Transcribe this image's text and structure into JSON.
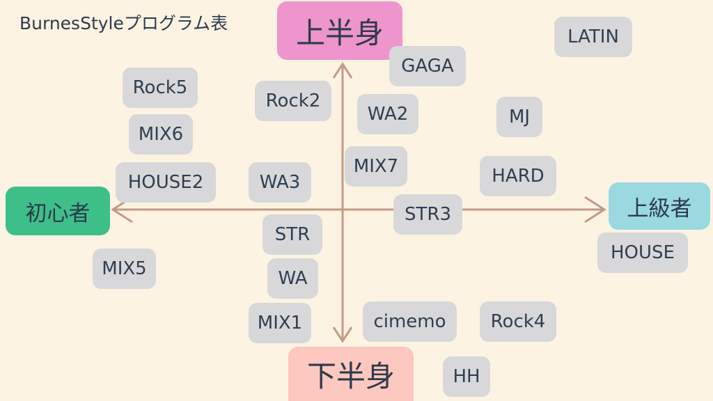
{
  "title": "BurnesStyleプログラム表",
  "axis": {
    "top": "上半身",
    "bottom": "下半身",
    "left": "初心者",
    "right": "上級者"
  },
  "programs": [
    "LATIN",
    "GAGA",
    "Rock5",
    "Rock2",
    "WA2",
    "MJ",
    "MIX6",
    "MIX7",
    "HARD",
    "HOUSE2",
    "WA3",
    "STR3",
    "STR",
    "HOUSE",
    "MIX5",
    "WA",
    "MIX1",
    "cimemo",
    "Rock4",
    "HH"
  ],
  "colors": {
    "background": "#fdf3e3",
    "axis_line": "#c29a86",
    "tag": "#d8d8da",
    "top_label": "#ee95cd",
    "bottom_label": "#fcc8c0",
    "left_label": "#3ebf8a",
    "right_label": "#9ad9e0"
  }
}
